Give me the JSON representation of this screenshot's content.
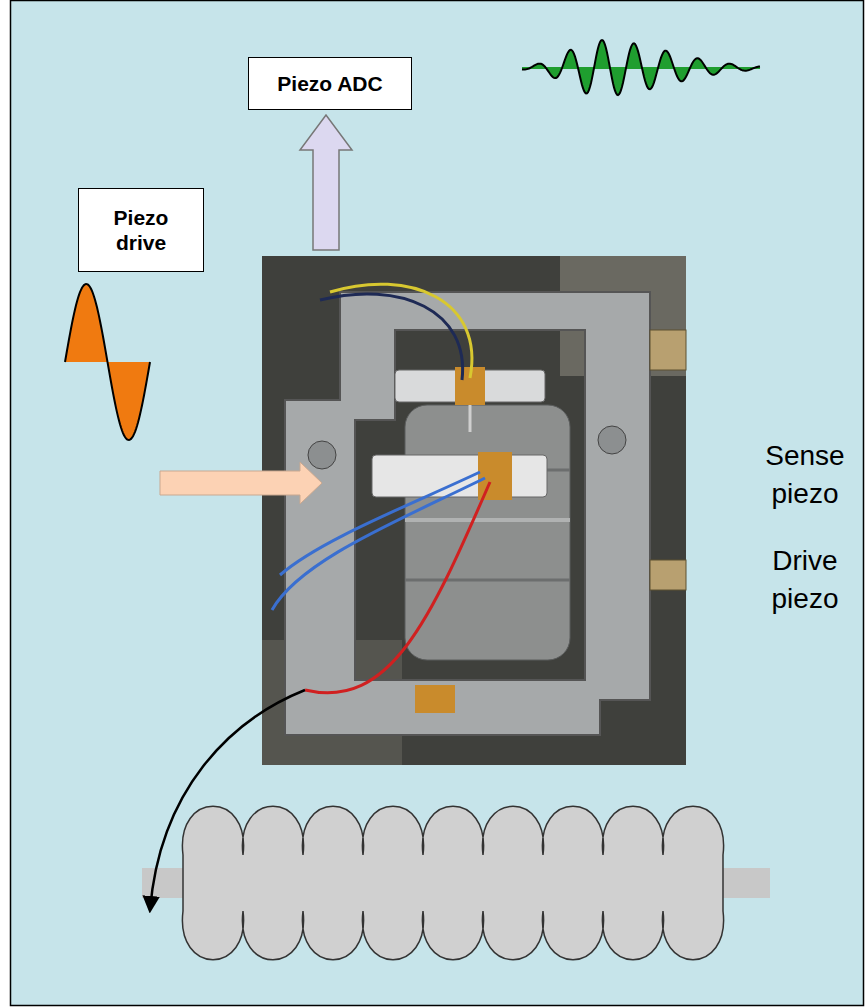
{
  "diagram": {
    "nodes": [
      {
        "text": [
          "Piezo ADC"
        ]
      },
      {
        "text": [
          "Piezo drive"
        ]
      }
    ],
    "labels": [
      "Sense piezo",
      "Drive piezo"
    ]
  }
}
